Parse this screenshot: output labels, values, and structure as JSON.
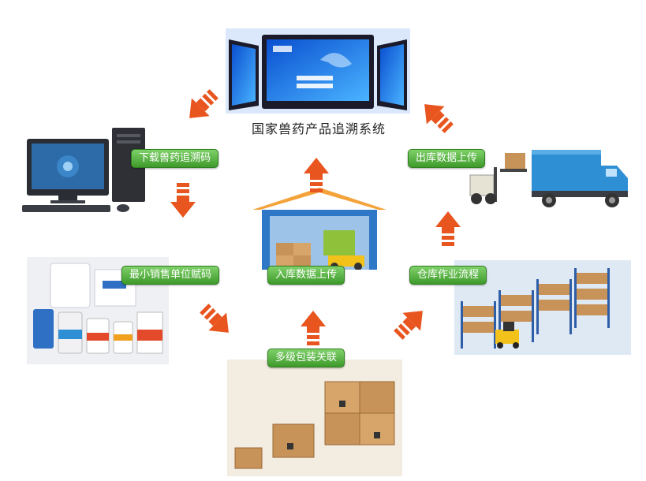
{
  "system_title": "国家兽药产品追溯系统",
  "labels": {
    "download_code": "下载兽药追溯码",
    "outbound_upload": "出库数据上传",
    "min_sale_unit": "最小销售单位赋码",
    "inbound_upload": "入库数据上传",
    "warehouse_process": "仓库作业流程",
    "multi_level_pack": "多级包装关联"
  },
  "colors": {
    "arrow": "#e8551f",
    "tag_green": "#4ea83a",
    "monitor_blue": "#1e6fd6",
    "box_brown": "#c89358",
    "truck_blue": "#2f8fd4"
  },
  "icons": {
    "server": "monitors-icon",
    "pc": "desktop-computer-icon",
    "truck": "delivery-truck-icon",
    "warehouse": "warehouse-icon",
    "shelves": "storage-shelves-icon",
    "products": "medicine-bottles-icon",
    "boxes": "cardboard-boxes-icon"
  }
}
